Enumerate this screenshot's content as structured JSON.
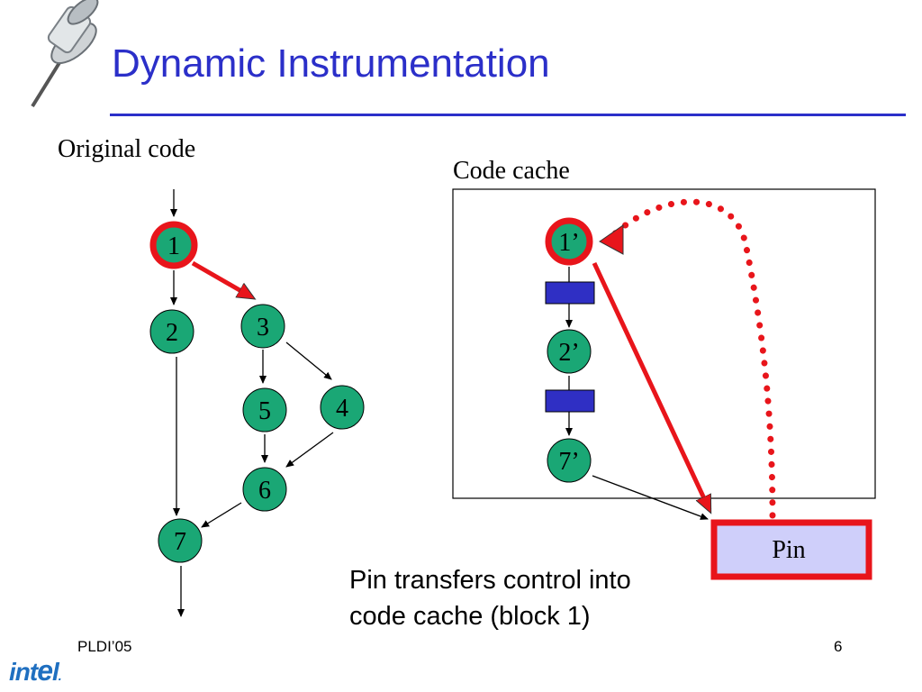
{
  "slide": {
    "title": "Dynamic Instrumentation",
    "logo_icon": "pushpin-icon",
    "footer_left": "PLDI’05",
    "page_number": "6",
    "corp_logo": "intel"
  },
  "diagram": {
    "original_label": "Original code",
    "cache_label": "Code cache",
    "nodes_original": [
      {
        "id": "n1",
        "label": "1",
        "highlighted": true
      },
      {
        "id": "n2",
        "label": "2",
        "highlighted": false
      },
      {
        "id": "n3",
        "label": "3",
        "highlighted": false
      },
      {
        "id": "n4",
        "label": "4",
        "highlighted": false
      },
      {
        "id": "n5",
        "label": "5",
        "highlighted": false
      },
      {
        "id": "n6",
        "label": "6",
        "highlighted": false
      },
      {
        "id": "n7",
        "label": "7",
        "highlighted": false
      }
    ],
    "nodes_cache": [
      {
        "id": "c1",
        "label": "1’",
        "highlighted": true
      },
      {
        "id": "c2",
        "label": "2’",
        "highlighted": false
      },
      {
        "id": "c7",
        "label": "7’",
        "highlighted": false
      }
    ],
    "pin_label": "Pin",
    "caption_lines": [
      "Pin transfers control into",
      "code cache (block 1)"
    ],
    "colors": {
      "node_fill": "#1aa775",
      "highlight": "#e8151b",
      "stub_fill": "#2f2fc4",
      "pin_fill": "#cfcffa",
      "title": "#2b2fc9"
    }
  }
}
